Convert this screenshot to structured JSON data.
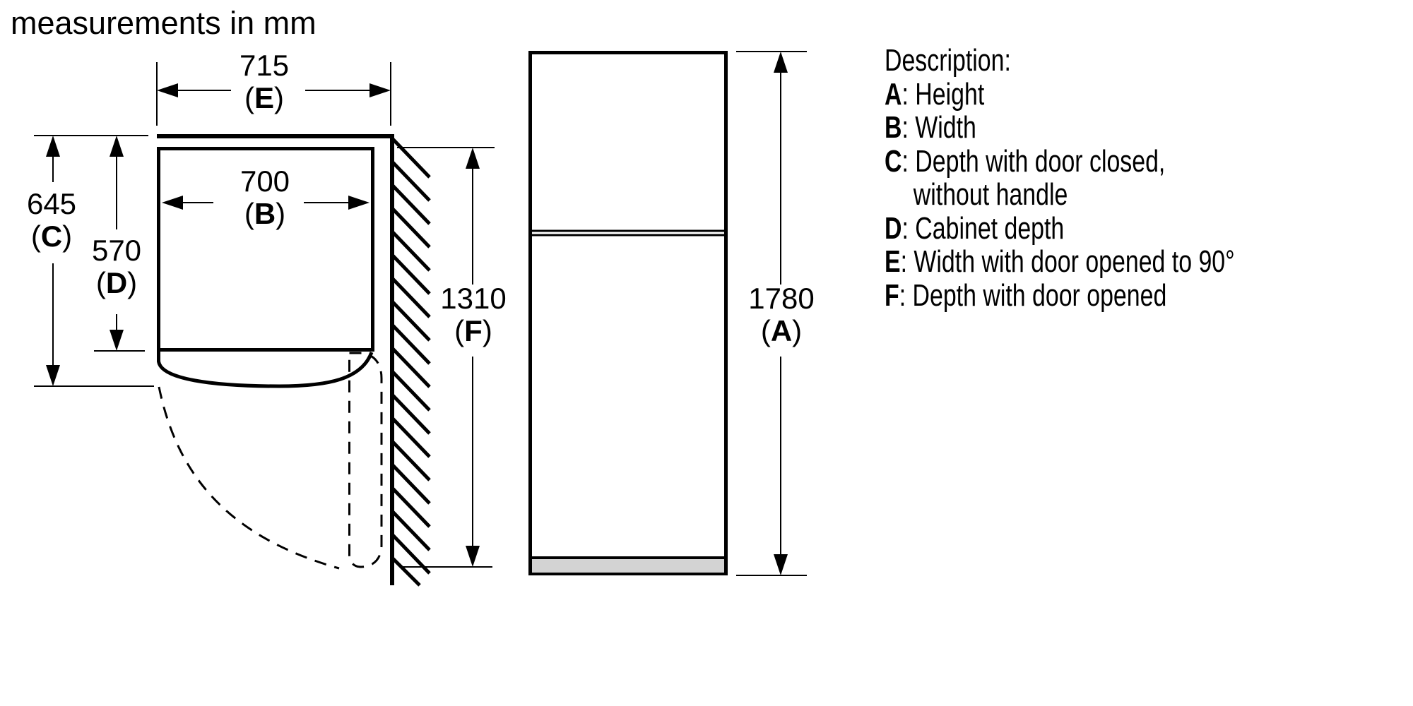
{
  "title": "measurements in mm",
  "paren_open": "(",
  "paren_close": ")",
  "dims": {
    "E": {
      "value": "715",
      "letter": "E"
    },
    "B": {
      "value": "700",
      "letter": "B"
    },
    "C": {
      "value": "645",
      "letter": "C"
    },
    "D": {
      "value": "570",
      "letter": "D"
    },
    "F": {
      "value": "1310",
      "letter": "F"
    },
    "A": {
      "value": "1780",
      "letter": "A"
    }
  },
  "description": {
    "heading": "Description:",
    "items": [
      {
        "key": "A",
        "text": ": Height"
      },
      {
        "key": "B",
        "text": ": Width"
      },
      {
        "key": "C",
        "text": ": Depth with door closed,"
      },
      {
        "key": "",
        "text": "without handle"
      },
      {
        "key": "D",
        "text": ": Cabinet depth"
      },
      {
        "key": "E",
        "text": ": Width with door opened to 90°"
      },
      {
        "key": "F",
        "text": ": Depth with door opened"
      }
    ]
  },
  "colors": {
    "line": "#000000",
    "plinth_gray": "#d3d3d3",
    "background": "#ffffff"
  }
}
